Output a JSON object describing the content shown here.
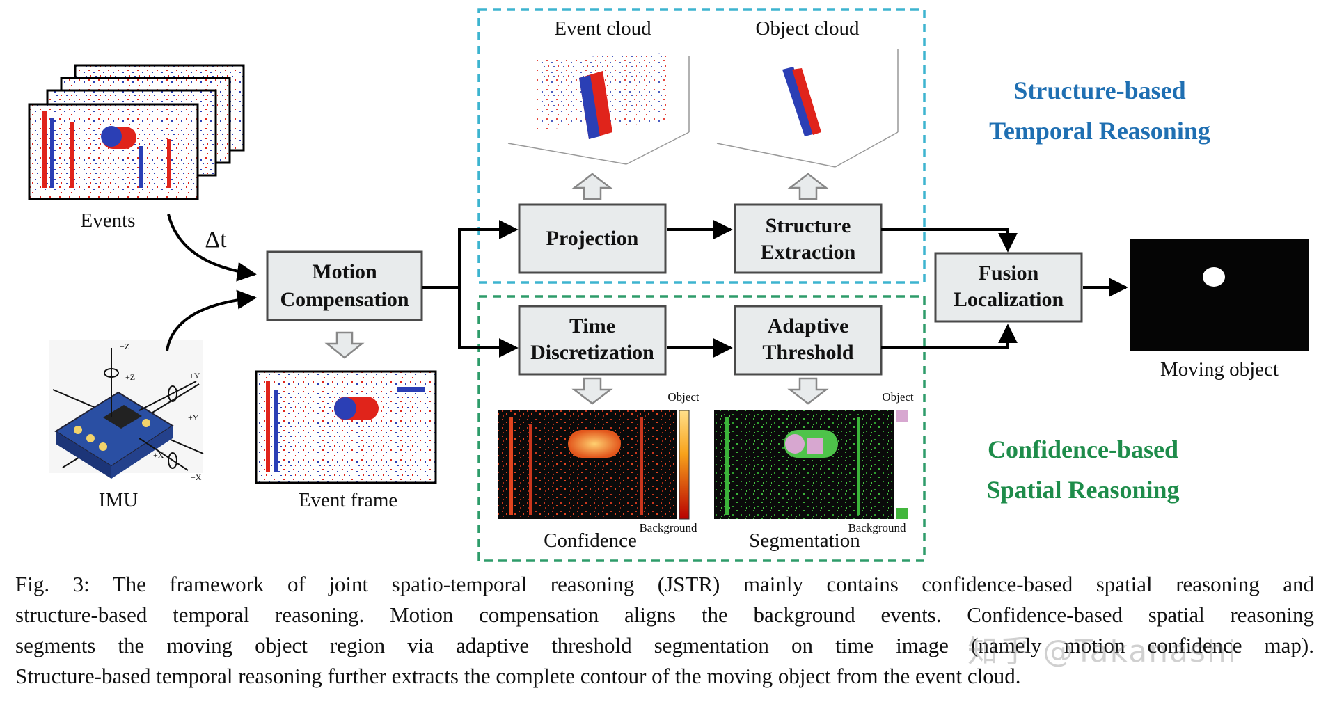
{
  "labels": {
    "events": "Events",
    "delta_t": "Δt",
    "imu": "IMU",
    "event_frame": "Event frame",
    "event_cloud": "Event cloud",
    "object_cloud": "Object cloud",
    "confidence": "Confidence",
    "segmentation": "Segmentation",
    "moving_object": "Moving object",
    "object": "Object",
    "background": "Background",
    "imu_axes": [
      "+Z",
      "+Z",
      "+Y",
      "+Y",
      "+X",
      "+X"
    ]
  },
  "boxes": {
    "motion_compensation": [
      "Motion",
      "Compensation"
    ],
    "projection": [
      "Projection"
    ],
    "structure_extraction": [
      "Structure",
      "Extraction"
    ],
    "time_discretization": [
      "Time",
      "Discretization"
    ],
    "adaptive_threshold": [
      "Adaptive",
      "Threshold"
    ],
    "fusion_localization": [
      "Fusion",
      "Localization"
    ]
  },
  "sections": {
    "structure": {
      "line1": "Structure-based",
      "line2": "Temporal Reasoning",
      "color": "#1f6fb2",
      "border": "#3db4cf"
    },
    "confidence": {
      "line1": "Confidence-based",
      "line2": "Spatial Reasoning",
      "color": "#1e8c4a",
      "border": "#2e9c6a"
    }
  },
  "caption": {
    "lines": [
      "Fig. 3: The framework of joint spatio-temporal reasoning (JSTR) mainly contains confidence-based spatial reasoning and",
      "structure-based temporal reasoning. Motion compensation aligns the background events. Confidence-based spatial reasoning",
      "segments the moving object region via adaptive threshold segmentation on time image (namely motion confidence map).",
      "Structure-based temporal reasoning further extracts the complete contour of the moving object from the event cloud."
    ]
  },
  "watermark": "知乎 @Takanashi",
  "colors": {
    "box_fill": "#e8ebec",
    "box_stroke": "#4a4a4a",
    "event_red": "#e0241b",
    "event_blue": "#2b3fb5"
  }
}
